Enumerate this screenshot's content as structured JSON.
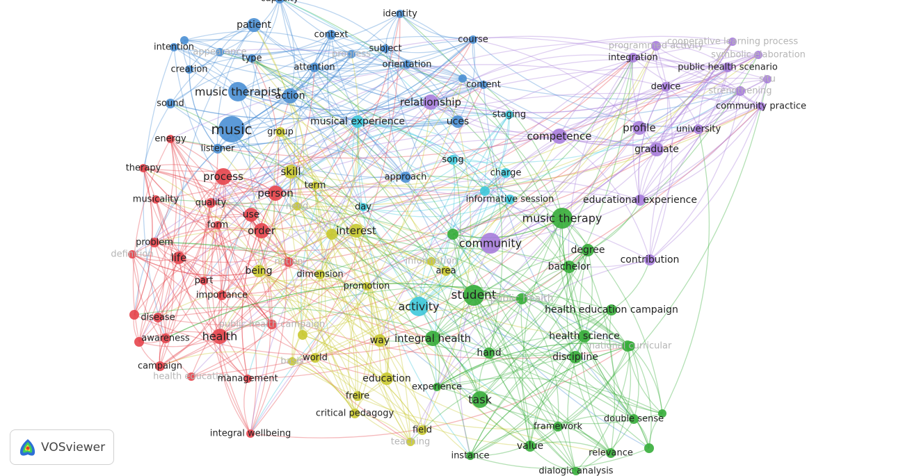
{
  "app": {
    "logo_text": "VOSviewer"
  },
  "clusters": {
    "red": "#e5454c",
    "green": "#36ad3a",
    "blue": "#4a8fd4",
    "yellow": "#c9c930",
    "purple": "#a77ddb",
    "cyan": "#3fc9dc"
  },
  "nodes": [
    {
      "label": "capacity",
      "cluster": "blue"
    },
    {
      "label": "patient",
      "cluster": "blue"
    },
    {
      "label": "identity",
      "cluster": "blue"
    },
    {
      "label": "context",
      "cluster": "blue"
    },
    {
      "label": "intention",
      "cluster": "blue"
    },
    {
      "label": "appearance",
      "cluster": "blue",
      "dimmed": true
    },
    {
      "label": "type",
      "cluster": "blue"
    },
    {
      "label": "progress",
      "cluster": "blue",
      "dimmed": true
    },
    {
      "label": "subject",
      "cluster": "blue"
    },
    {
      "label": "course",
      "cluster": "blue"
    },
    {
      "label": "creation",
      "cluster": "blue"
    },
    {
      "label": "attention",
      "cluster": "blue"
    },
    {
      "label": "orientation",
      "cluster": "blue"
    },
    {
      "label": "music therapist",
      "cluster": "blue"
    },
    {
      "label": "action",
      "cluster": "blue"
    },
    {
      "label": "content",
      "cluster": "blue"
    },
    {
      "label": "sound",
      "cluster": "blue"
    },
    {
      "label": "music",
      "cluster": "blue"
    },
    {
      "label": "listener",
      "cluster": "blue"
    },
    {
      "label": "uces",
      "cluster": "blue"
    },
    {
      "label": "approach",
      "cluster": "blue"
    },
    {
      "label": "musical experience",
      "cluster": "cyan"
    },
    {
      "label": "staging",
      "cluster": "cyan"
    },
    {
      "label": "song",
      "cluster": "cyan"
    },
    {
      "label": "charge",
      "cluster": "cyan"
    },
    {
      "label": "informative session",
      "cluster": "cyan"
    },
    {
      "label": "day",
      "cluster": "cyan"
    },
    {
      "label": "activity",
      "cluster": "cyan"
    },
    {
      "label": "energy",
      "cluster": "red"
    },
    {
      "label": "therapy",
      "cluster": "red"
    },
    {
      "label": "process",
      "cluster": "red"
    },
    {
      "label": "person",
      "cluster": "red"
    },
    {
      "label": "musicality",
      "cluster": "red"
    },
    {
      "label": "quality",
      "cluster": "red"
    },
    {
      "label": "use",
      "cluster": "red"
    },
    {
      "label": "order",
      "cluster": "red"
    },
    {
      "label": "form",
      "cluster": "red"
    },
    {
      "label": "problem",
      "cluster": "red"
    },
    {
      "label": "definition",
      "cluster": "red",
      "dimmed": true
    },
    {
      "label": "life",
      "cluster": "red"
    },
    {
      "label": "notion",
      "cluster": "red",
      "dimmed": true
    },
    {
      "label": "part",
      "cluster": "red"
    },
    {
      "label": "importance",
      "cluster": "red"
    },
    {
      "label": "disease",
      "cluster": "red"
    },
    {
      "label": "public health campaign",
      "cluster": "red",
      "dimmed": true
    },
    {
      "label": "health",
      "cluster": "red"
    },
    {
      "label": "awareness",
      "cluster": "red"
    },
    {
      "label": "campaign",
      "cluster": "red"
    },
    {
      "label": "health education",
      "cluster": "red",
      "dimmed": true
    },
    {
      "label": "management",
      "cluster": "red"
    },
    {
      "label": "integral wellbeing",
      "cluster": "red"
    },
    {
      "label": "group",
      "cluster": "yellow"
    },
    {
      "label": "skill",
      "cluster": "yellow"
    },
    {
      "label": "term",
      "cluster": "yellow"
    },
    {
      "label": "need",
      "cluster": "yellow",
      "dimmed": true
    },
    {
      "label": "interest",
      "cluster": "yellow"
    },
    {
      "label": "being",
      "cluster": "yellow"
    },
    {
      "label": "dimension",
      "cluster": "yellow"
    },
    {
      "label": "information",
      "cluster": "yellow",
      "dimmed": true
    },
    {
      "label": "area",
      "cluster": "yellow"
    },
    {
      "label": "promotion",
      "cluster": "yellow"
    },
    {
      "label": "way",
      "cluster": "yellow"
    },
    {
      "label": "basis",
      "cluster": "yellow",
      "dimmed": true
    },
    {
      "label": "world",
      "cluster": "yellow"
    },
    {
      "label": "education",
      "cluster": "yellow"
    },
    {
      "label": "freire",
      "cluster": "yellow"
    },
    {
      "label": "critical pedagogy",
      "cluster": "yellow"
    },
    {
      "label": "field",
      "cluster": "yellow"
    },
    {
      "label": "teaching",
      "cluster": "yellow",
      "dimmed": true
    },
    {
      "label": "music therapy",
      "cluster": "green"
    },
    {
      "label": "degree",
      "cluster": "green"
    },
    {
      "label": "bachelor",
      "cluster": "green"
    },
    {
      "label": "student",
      "cluster": "green"
    },
    {
      "label": "public health",
      "cluster": "green",
      "dimmed": true
    },
    {
      "label": "health education campaign",
      "cluster": "green"
    },
    {
      "label": "integral health",
      "cluster": "green"
    },
    {
      "label": "health science",
      "cluster": "green"
    },
    {
      "label": "national curricular",
      "cluster": "green",
      "dimmed": true
    },
    {
      "label": "hand",
      "cluster": "green"
    },
    {
      "label": "discipline",
      "cluster": "green"
    },
    {
      "label": "experience",
      "cluster": "green"
    },
    {
      "label": "task",
      "cluster": "green"
    },
    {
      "label": "double sense",
      "cluster": "green"
    },
    {
      "label": "framework",
      "cluster": "green"
    },
    {
      "label": "value",
      "cluster": "green"
    },
    {
      "label": "relevance",
      "cluster": "green"
    },
    {
      "label": "instance",
      "cluster": "green"
    },
    {
      "label": "dialogic analysis",
      "cluster": "green"
    },
    {
      "label": "programmed activity",
      "cluster": "purple",
      "dimmed": true
    },
    {
      "label": "cooperative learning process",
      "cluster": "purple",
      "dimmed": true
    },
    {
      "label": "integration",
      "cluster": "purple"
    },
    {
      "label": "symbolic elaboration",
      "cluster": "purple",
      "dimmed": true
    },
    {
      "label": "public health scenario",
      "cluster": "purple"
    },
    {
      "label": "situ",
      "cluster": "purple",
      "dimmed": true
    },
    {
      "label": "device",
      "cluster": "purple"
    },
    {
      "label": "strengthening",
      "cluster": "purple",
      "dimmed": true
    },
    {
      "label": "community practice",
      "cluster": "purple"
    },
    {
      "label": "relationship",
      "cluster": "purple"
    },
    {
      "label": "competence",
      "cluster": "purple"
    },
    {
      "label": "profile",
      "cluster": "purple"
    },
    {
      "label": "university",
      "cluster": "purple"
    },
    {
      "label": "graduate",
      "cluster": "purple"
    },
    {
      "label": "educational experience",
      "cluster": "purple"
    },
    {
      "label": "community",
      "cluster": "purple"
    },
    {
      "label": "contribution",
      "cluster": "purple"
    }
  ]
}
